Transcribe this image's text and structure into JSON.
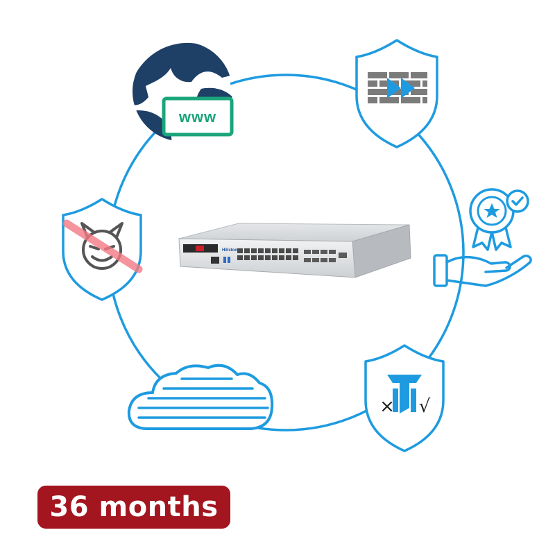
{
  "colors": {
    "ring": "#1e9be0",
    "navy": "#1e3f66",
    "green": "#1aa57a",
    "brick": "#7b7b7b",
    "badge": "#a3151f",
    "strike": "#f37a85"
  },
  "device": {
    "brand": "Hillstone"
  },
  "icons": {
    "web": {
      "icon": "globe-www-icon",
      "label": "www"
    },
    "firewall": {
      "icon": "shield-firewall-icon"
    },
    "threat": {
      "icon": "shield-blocked-devil-icon"
    },
    "warranty": {
      "icon": "award-hand-icon"
    },
    "cloud": {
      "icon": "cloud-icon"
    },
    "filter": {
      "icon": "shield-filter-icon",
      "reject_mark": "×",
      "accept_mark": "√"
    }
  },
  "duration": {
    "label": "36 months"
  }
}
